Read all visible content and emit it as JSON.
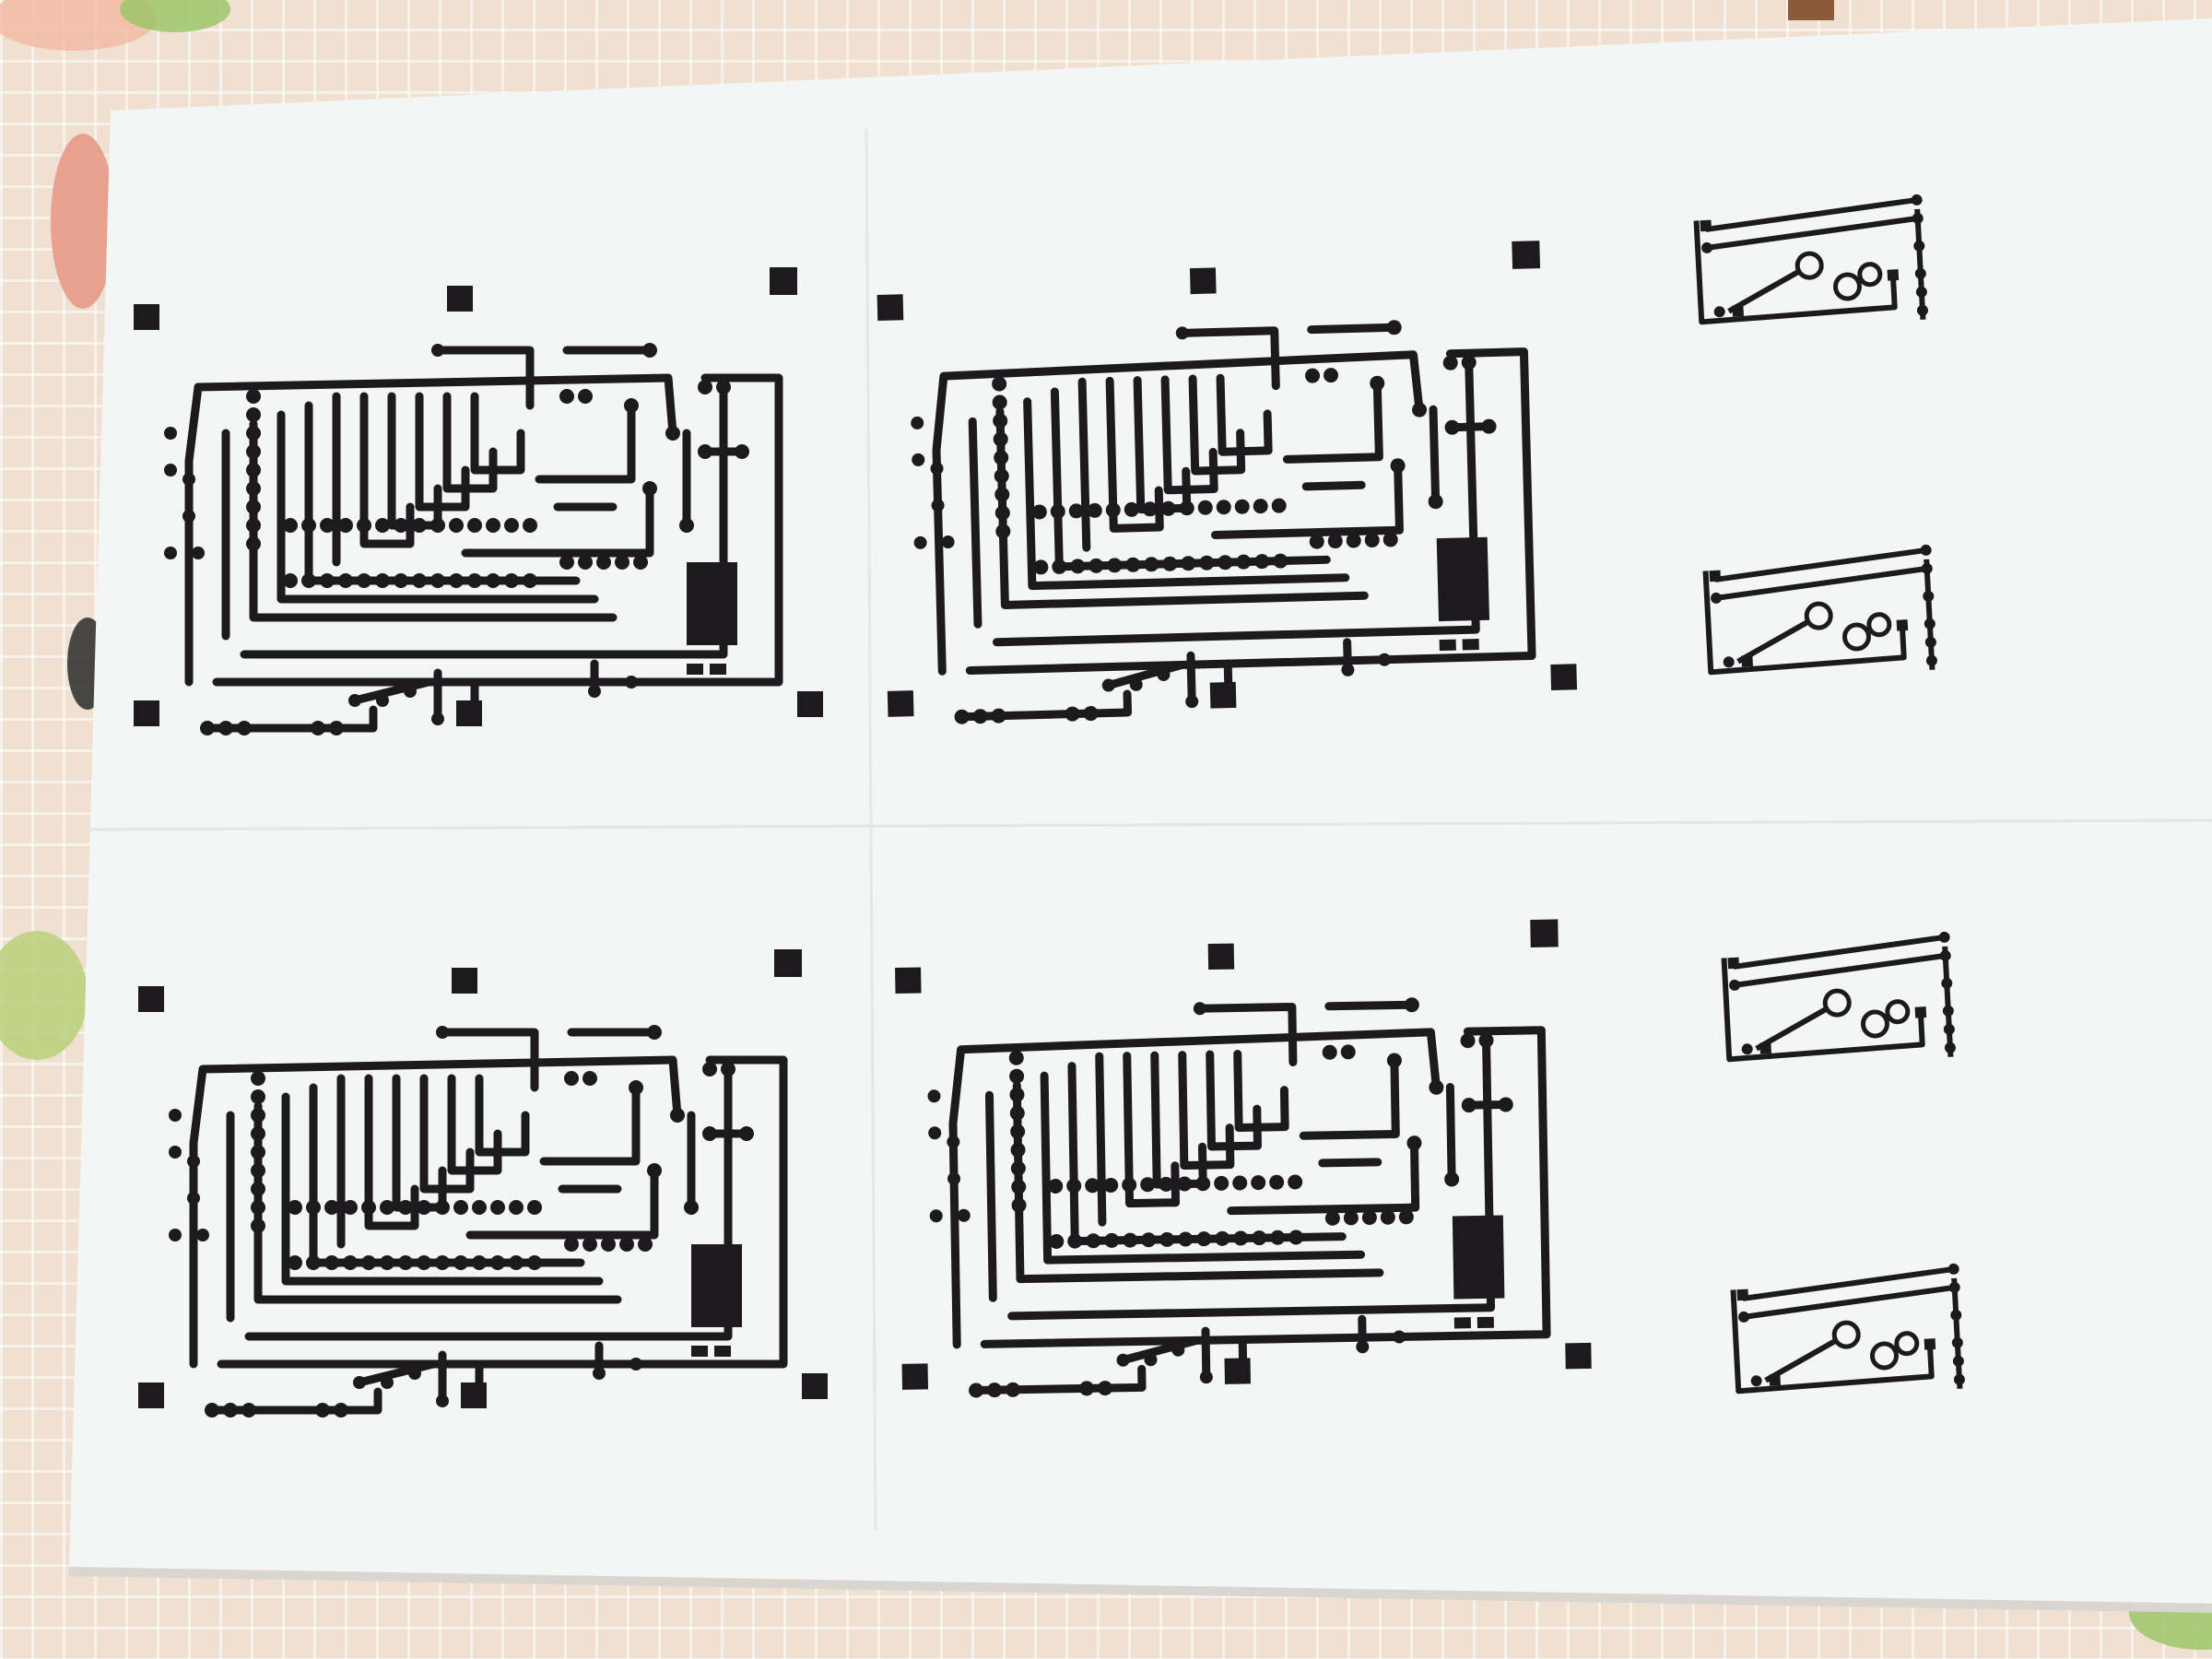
{
  "scene": {
    "description_key": "photo-of-printed-pcb-toner-transfer-sheet",
    "paper_color": "#f4f6f6",
    "trace_color": "#1c1a1c",
    "tablecloth_color": "#efe0d2",
    "accent_colors": {
      "leaf": "#9ec46a",
      "petal": "#e9a08f",
      "dark": "#2a2a2a"
    }
  },
  "layout_grid": {
    "large_board_copies": 4,
    "small_board_copies": 4
  }
}
